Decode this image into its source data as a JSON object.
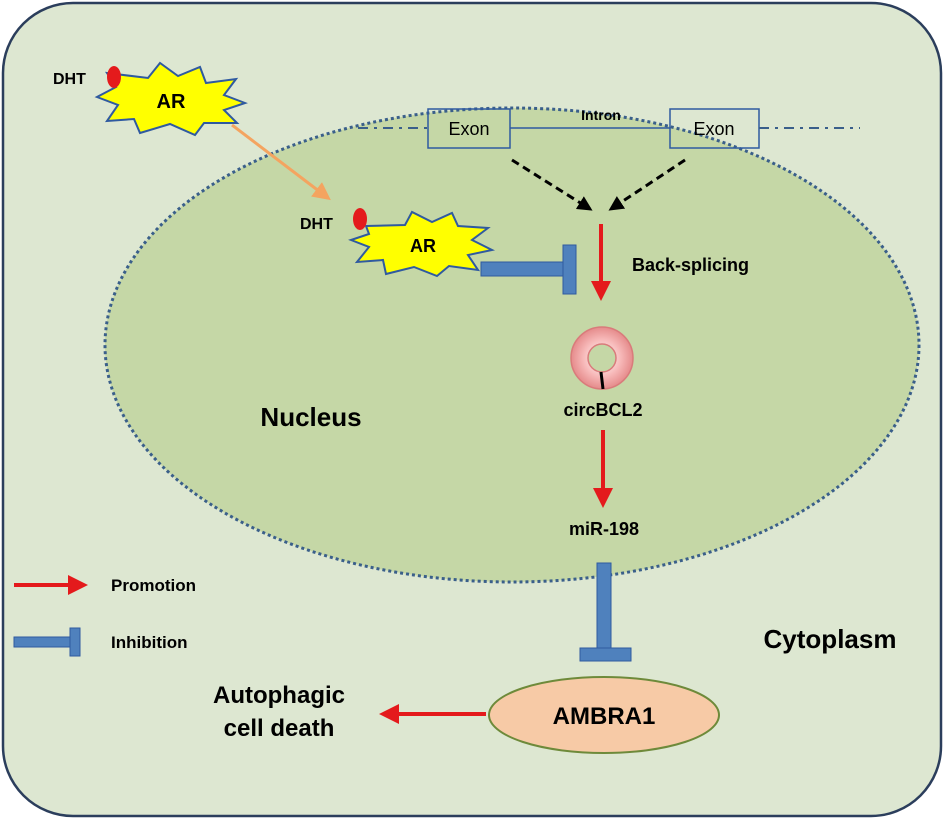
{
  "labels": {
    "dht_outer": "DHT",
    "ar_outer": "AR",
    "dht_inner": "DHT",
    "ar_inner": "AR",
    "exon_left": "Exon",
    "intron": "Intron",
    "exon_right": "Exon",
    "back_splicing": "Back-splicing",
    "circbcl2": "circBCL2",
    "nucleus": "Nucleus",
    "mir198": "miR-198",
    "cytoplasm": "Cytoplasm",
    "ambra1": "AMBRA1",
    "outcome_line1": "Autophagic",
    "outcome_line2": "cell death"
  },
  "legend": {
    "promotion": "Promotion",
    "inhibition": "Inhibition"
  },
  "colors": {
    "cell_fill": "#dde7d1",
    "nucleus_fill": "#c5d7a6",
    "nucleus_border": "#3a5f8a",
    "promotion_arrow": "#e41a1c",
    "inhibition_bar": "#4f81bd",
    "ar_star": "#ffff00",
    "dht_dot": "#e41a1c",
    "translocation_arrow": "#f4a460",
    "ambra1_fill": "#f7caa6",
    "circ_ring": "#f4a7a7"
  }
}
